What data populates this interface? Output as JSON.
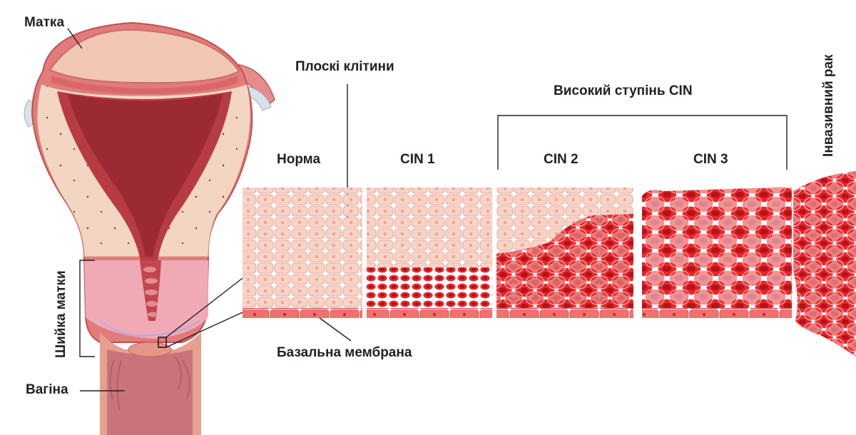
{
  "labels": {
    "uterus": "Матка",
    "cervix": "Шийка матки",
    "vagina": "Вагіна",
    "squamous_cells": "Плоскі клітини",
    "high_grade": "Високий ступінь CIN",
    "basal_membrane": "Базальна мембрана",
    "invasive": "Інвазивний рак"
  },
  "stages": [
    {
      "label": "Норма"
    },
    {
      "label": "CIN 1"
    },
    {
      "label": "CIN 2"
    },
    {
      "label": "CIN 3"
    }
  ],
  "colors": {
    "normal_cell": "#f8d0c4",
    "normal_cell_border": "#e8a999",
    "abnormal_cell": "#e8262a",
    "abnormal_nucleus": "#b5121b",
    "basal_cell": "#f06b6b",
    "uterus_wall": "#f3d3bf",
    "uterus_lining": "#c9464b",
    "cervix_highlight": "#f2b9c2"
  }
}
